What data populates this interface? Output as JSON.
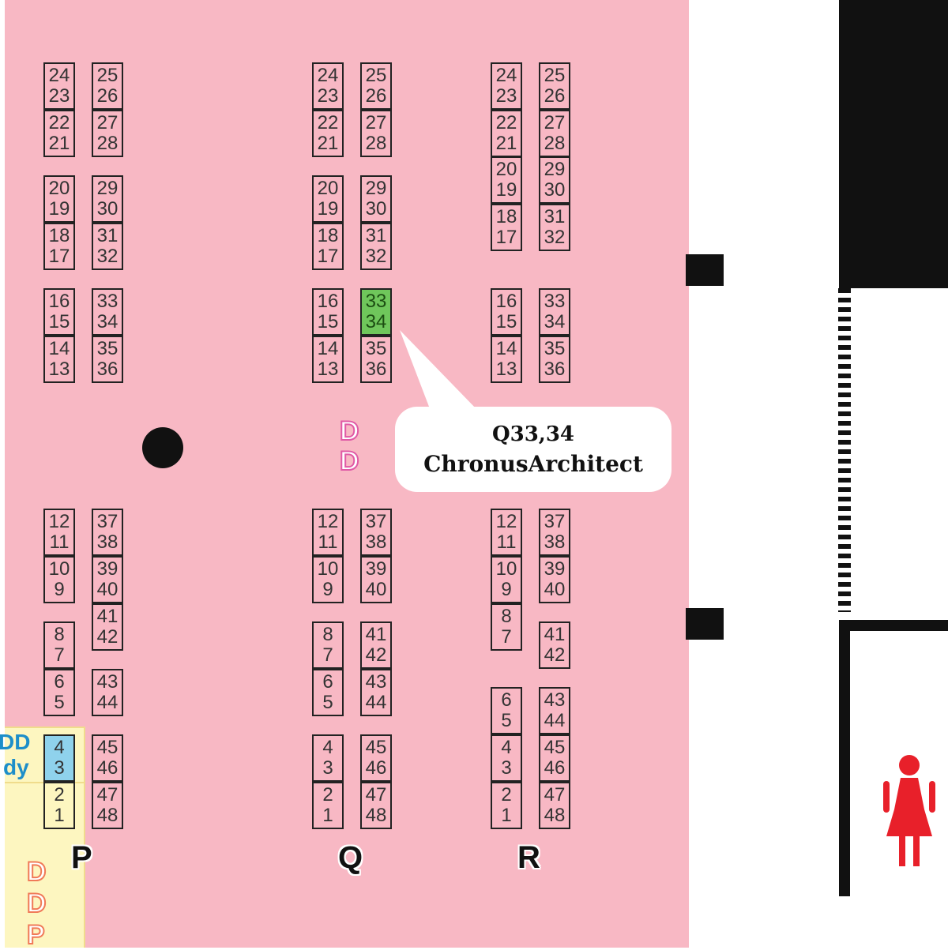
{
  "rows": [
    "P",
    "Q",
    "R"
  ],
  "booths": {
    "P": [
      [
        "24",
        "23"
      ],
      [
        "22",
        "21"
      ],
      [
        "20",
        "19"
      ],
      [
        "18",
        "17"
      ],
      [
        "16",
        "15"
      ],
      [
        "14",
        "13"
      ],
      [
        "12",
        "11"
      ],
      [
        "10",
        "9"
      ],
      [
        "8",
        "7"
      ],
      [
        "6",
        "5"
      ],
      [
        "4",
        "3"
      ],
      [
        "2",
        "1"
      ],
      [
        "25",
        "26"
      ],
      [
        "27",
        "28"
      ],
      [
        "29",
        "30"
      ],
      [
        "31",
        "32"
      ],
      [
        "33",
        "34"
      ],
      [
        "35",
        "36"
      ],
      [
        "37",
        "38"
      ],
      [
        "39",
        "40"
      ],
      [
        "41",
        "42"
      ],
      [
        "43",
        "44"
      ],
      [
        "45",
        "46"
      ],
      [
        "47",
        "48"
      ]
    ],
    "Q": [
      [
        "24",
        "23"
      ],
      [
        "22",
        "21"
      ],
      [
        "20",
        "19"
      ],
      [
        "18",
        "17"
      ],
      [
        "16",
        "15"
      ],
      [
        "14",
        "13"
      ],
      [
        "12",
        "11"
      ],
      [
        "10",
        "9"
      ],
      [
        "8",
        "7"
      ],
      [
        "6",
        "5"
      ],
      [
        "4",
        "3"
      ],
      [
        "2",
        "1"
      ],
      [
        "25",
        "26"
      ],
      [
        "27",
        "28"
      ],
      [
        "29",
        "30"
      ],
      [
        "31",
        "32"
      ],
      [
        "33",
        "34"
      ],
      [
        "35",
        "36"
      ],
      [
        "37",
        "38"
      ],
      [
        "39",
        "40"
      ],
      [
        "41",
        "42"
      ],
      [
        "43",
        "44"
      ],
      [
        "45",
        "46"
      ],
      [
        "47",
        "48"
      ]
    ],
    "R": [
      [
        "24",
        "23"
      ],
      [
        "22",
        "21"
      ],
      [
        "20",
        "19"
      ],
      [
        "18",
        "17"
      ],
      [
        "16",
        "15"
      ],
      [
        "14",
        "13"
      ],
      [
        "12",
        "11"
      ],
      [
        "10",
        "9"
      ],
      [
        "8",
        "7"
      ],
      [
        "6",
        "5"
      ],
      [
        "4",
        "3"
      ],
      [
        "2",
        "1"
      ],
      [
        "25",
        "26"
      ],
      [
        "27",
        "28"
      ],
      [
        "29",
        "30"
      ],
      [
        "31",
        "32"
      ],
      [
        "33",
        "34"
      ],
      [
        "35",
        "36"
      ],
      [
        "37",
        "38"
      ],
      [
        "39",
        "40"
      ],
      [
        "41",
        "42"
      ],
      [
        "43",
        "44"
      ],
      [
        "45",
        "46"
      ],
      [
        "47",
        "48"
      ]
    ]
  },
  "highlighted_booth": "Q33,34",
  "callout": {
    "line1": "Q33,34",
    "line2": "ChronusArchitect"
  },
  "markers": {
    "dd_center": [
      "D",
      "D"
    ],
    "dd_left_partial": [
      "DD",
      "dy"
    ],
    "ddp_bottom": [
      "D",
      "D",
      "P"
    ]
  },
  "colors": {
    "hall": "#f8b8c4",
    "highlight": "#6fc65b",
    "blue_zone": "#8fd2ec",
    "yellow_zone": "#fdf6c0",
    "restroom_icon": "#e8202a"
  },
  "icons": [
    "pillar",
    "door-marker",
    "womens-restroom-icon"
  ]
}
